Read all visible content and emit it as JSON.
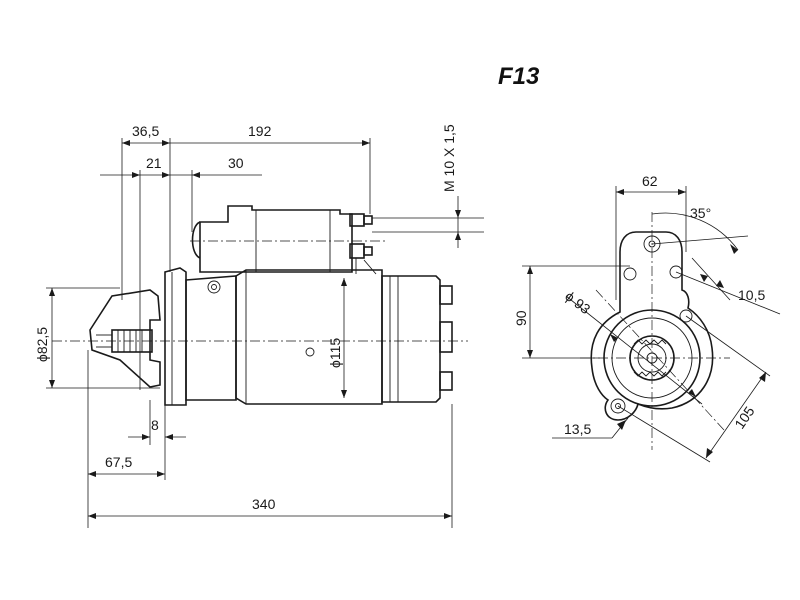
{
  "title": "F13",
  "side_view": {
    "dim_36_5": "36,5",
    "dim_192": "192",
    "dim_21": "21",
    "dim_30": "30",
    "dim_thread": "M 10 X 1,5",
    "dim_dia_82_5": "ϕ82,5",
    "dim_dia_115": "ϕ115",
    "dim_8": "8",
    "dim_67_5": "67,5",
    "dim_340": "340"
  },
  "front_view": {
    "dim_62": "62",
    "dim_35deg": "35°",
    "dim_10_5": "10,5",
    "dim_90": "90",
    "dim_dia_93": "ϕ 93",
    "dim_105": "105",
    "dim_13_5": "13,5"
  }
}
